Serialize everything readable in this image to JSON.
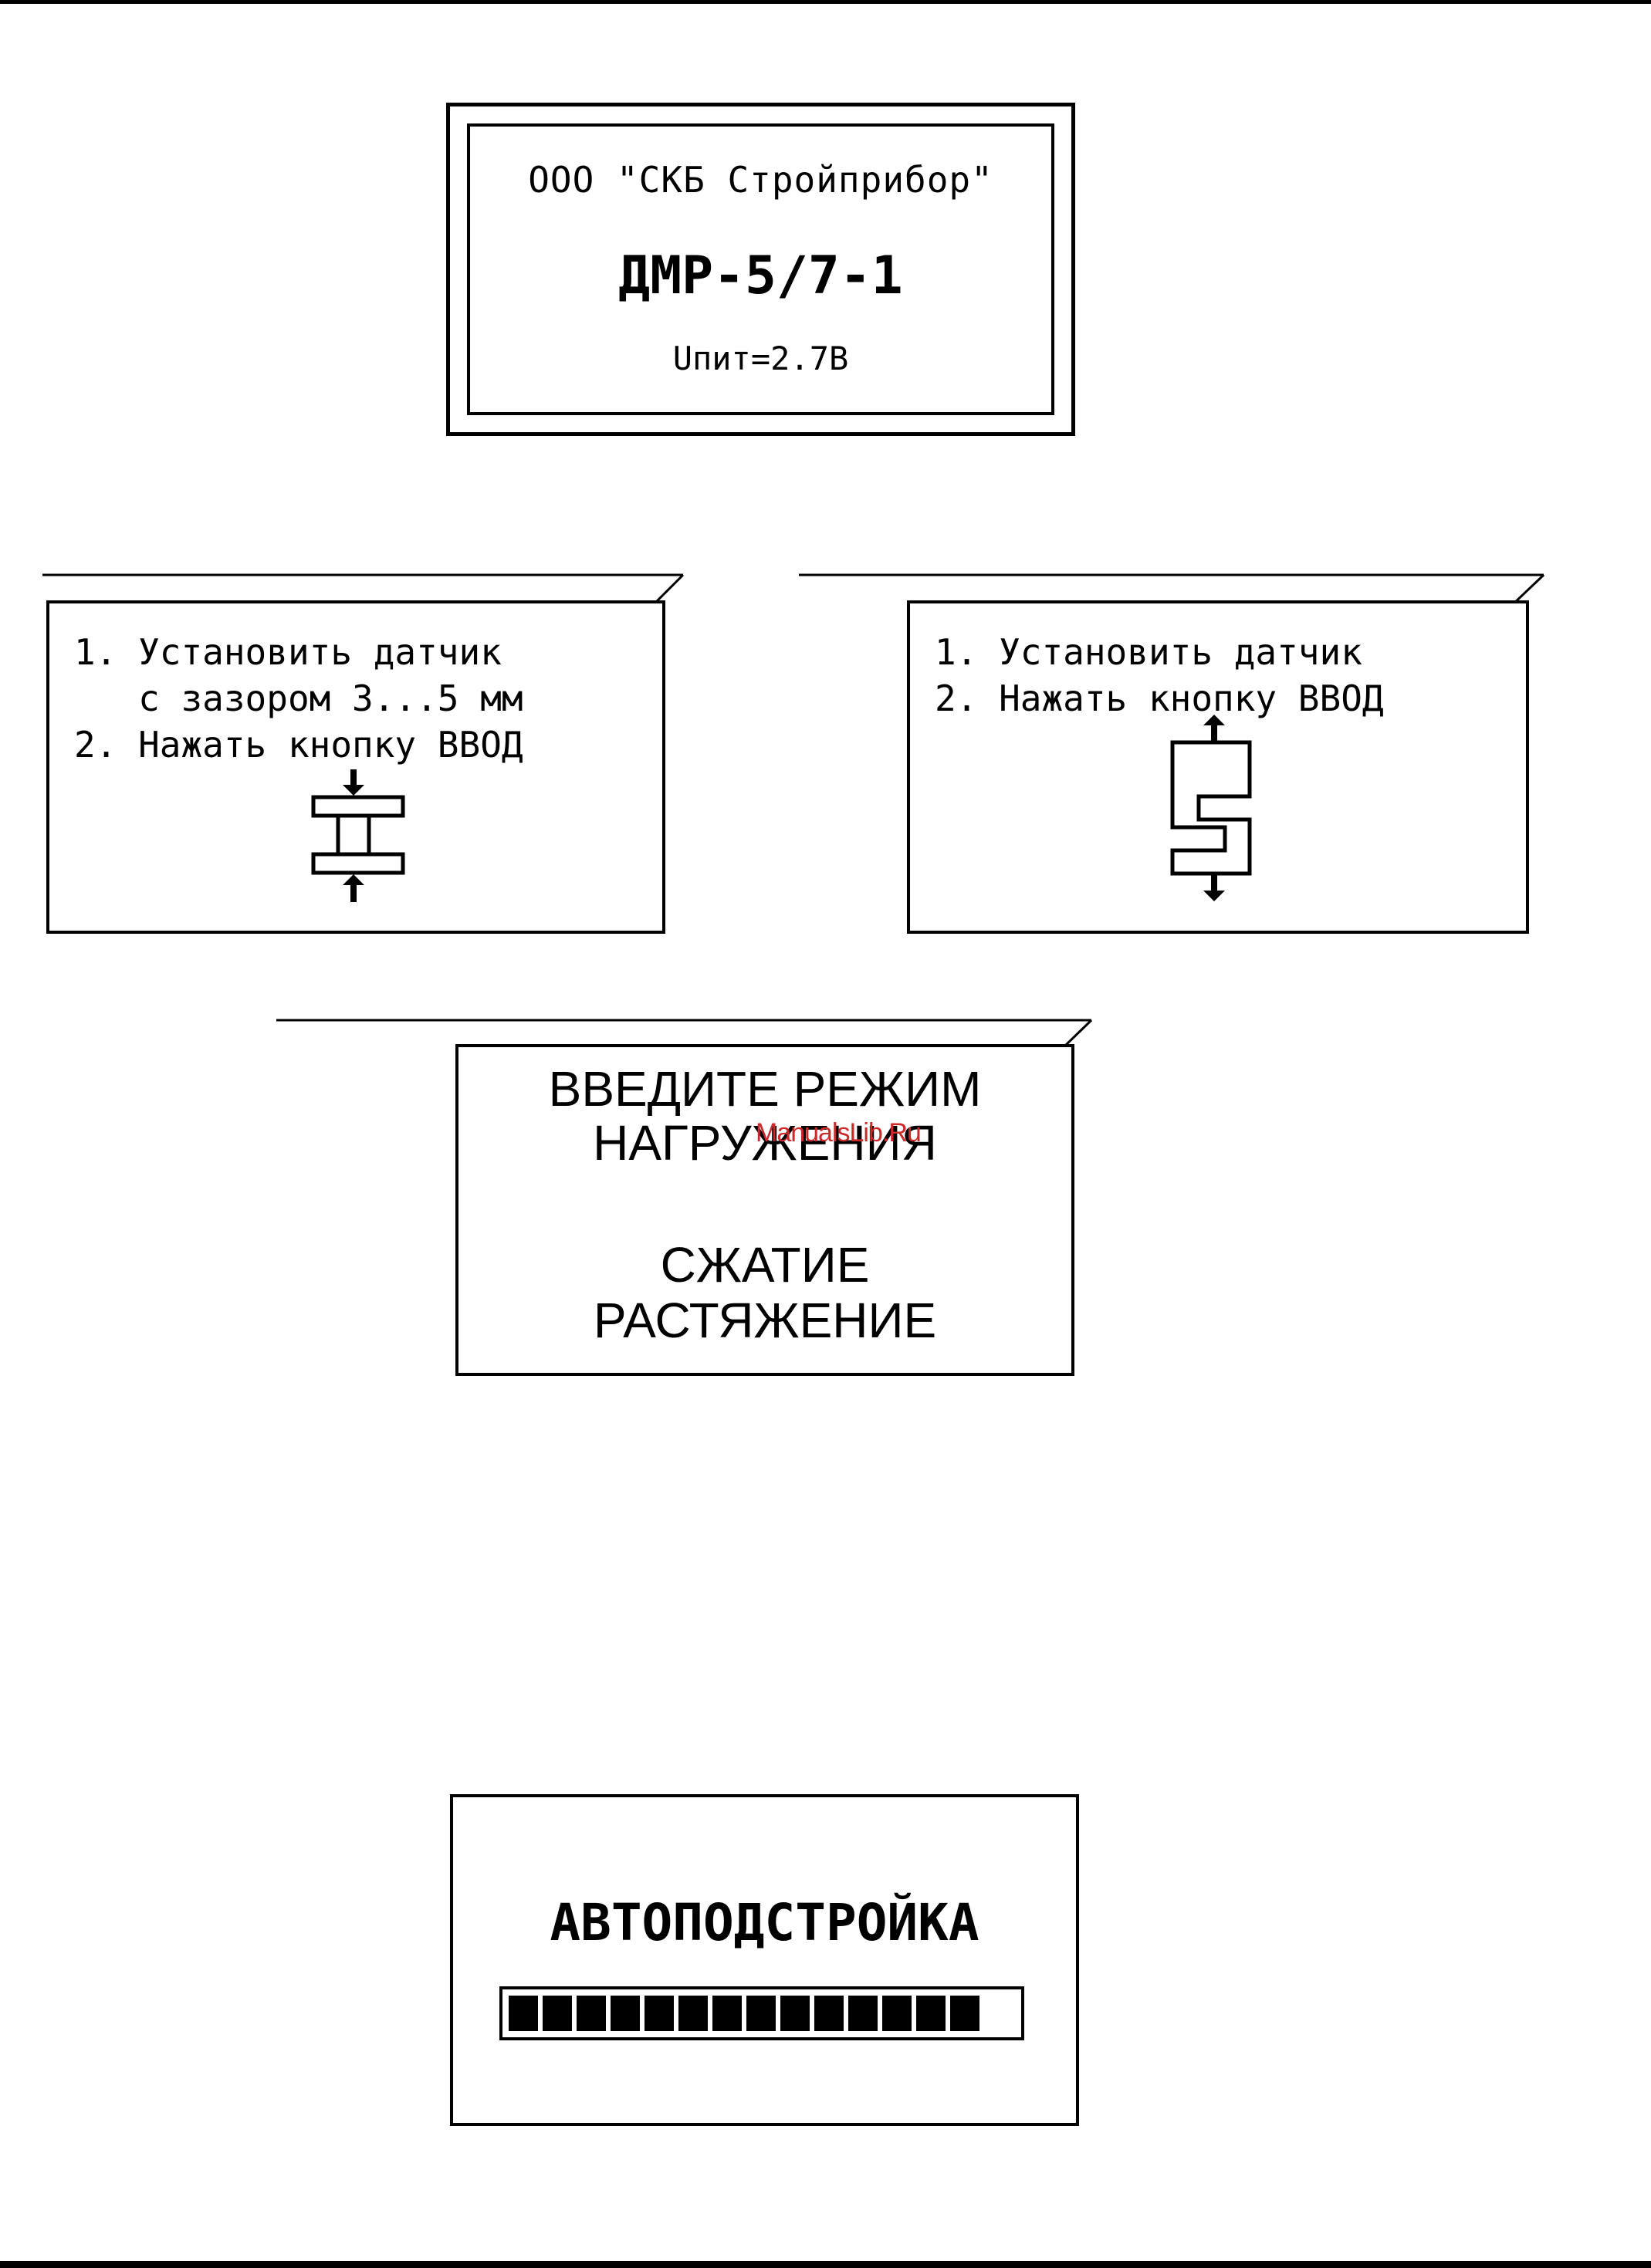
{
  "screen_splash": {
    "company": "ООО \"СКБ Стройприбор\"",
    "model": "ДМР-5/7-1",
    "voltage": "Uпит=2.7В"
  },
  "screen_install_compression": {
    "line1": "1. Установить датчик",
    "line2": "   с зазором 3...5 мм",
    "line3": "2. Нажать кнопку ВВОД",
    "icon": "compression-sensor-icon"
  },
  "screen_install_tension": {
    "line1": "1. Установить датчик",
    "line2": "2. Нажать кнопку ВВОД",
    "icon": "tension-sensor-icon"
  },
  "screen_mode_select": {
    "line1": "ВВЕДИТЕ РЕЖИМ",
    "line2": "НАГРУЖЕНИЯ",
    "option1": "СЖАТИЕ",
    "option2": "РАСТЯЖЕНИЕ"
  },
  "screen_autotune": {
    "title": "АВТОПОДСТРОЙКА",
    "progress_segments": 14,
    "progress_total": 16
  },
  "watermark": "ManualsLib.Ru"
}
